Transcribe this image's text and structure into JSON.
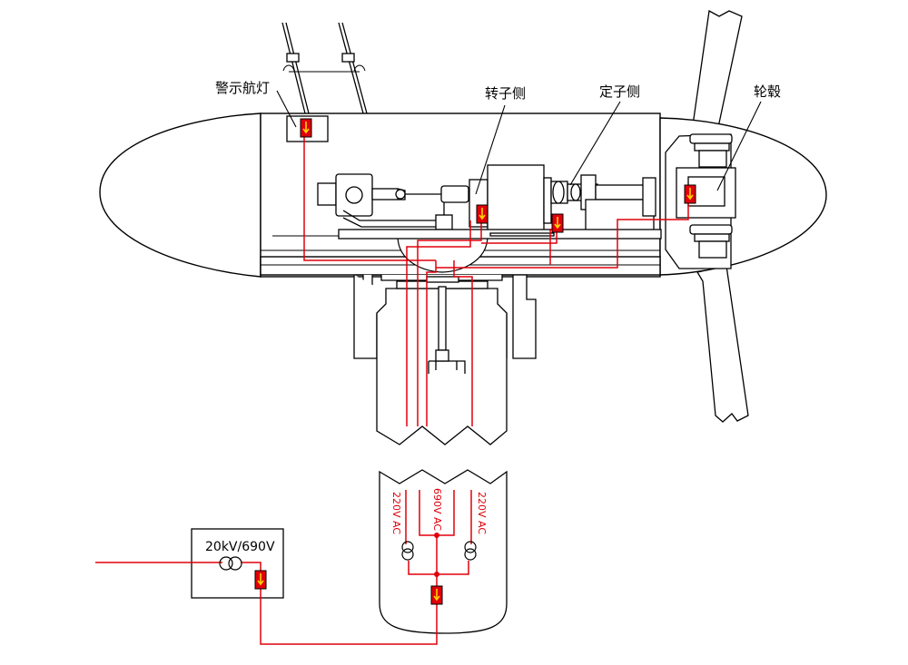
{
  "labels": {
    "warning_light": "警示航灯",
    "rotor_side": "转子侧",
    "stator_side": "定子侧",
    "hub": "轮毂"
  },
  "transformer": {
    "label": "20kV/690V"
  },
  "tower_voltages": {
    "left": "220V AC",
    "center": "690V AC",
    "right": "220V AC"
  },
  "colors": {
    "cable": "#e0000b",
    "arrester_fill": "#e0000b",
    "arrester_symbol": "#ffd400",
    "outline": "#000000"
  },
  "icons": {
    "arrester": "surge-arrester-icon",
    "transformer": "transformer-coil-icon"
  }
}
